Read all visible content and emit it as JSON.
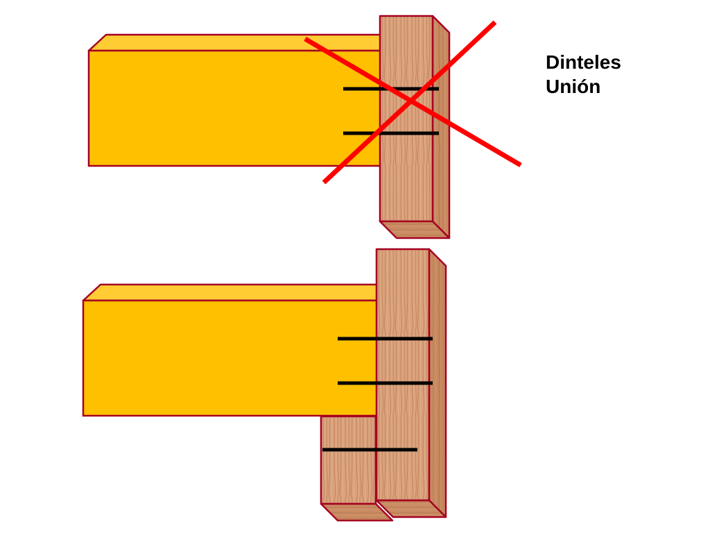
{
  "title": {
    "line1": "Dinteles",
    "line2": "Unión"
  },
  "figures": [
    {
      "name": "incorrect-joint",
      "status": "incorrect",
      "nails": 2
    },
    {
      "name": "correct-joint",
      "status": "correct",
      "nails": 3
    }
  ],
  "colors": {
    "beam_face": "#FFC000",
    "beam_top": "#FFCC33",
    "outline": "#A50021",
    "wood_light": "#D9A27C",
    "wood_mid": "#C88A60",
    "wood_dark": "#B77650",
    "nail": "#000000",
    "cross": "#FF0000"
  }
}
